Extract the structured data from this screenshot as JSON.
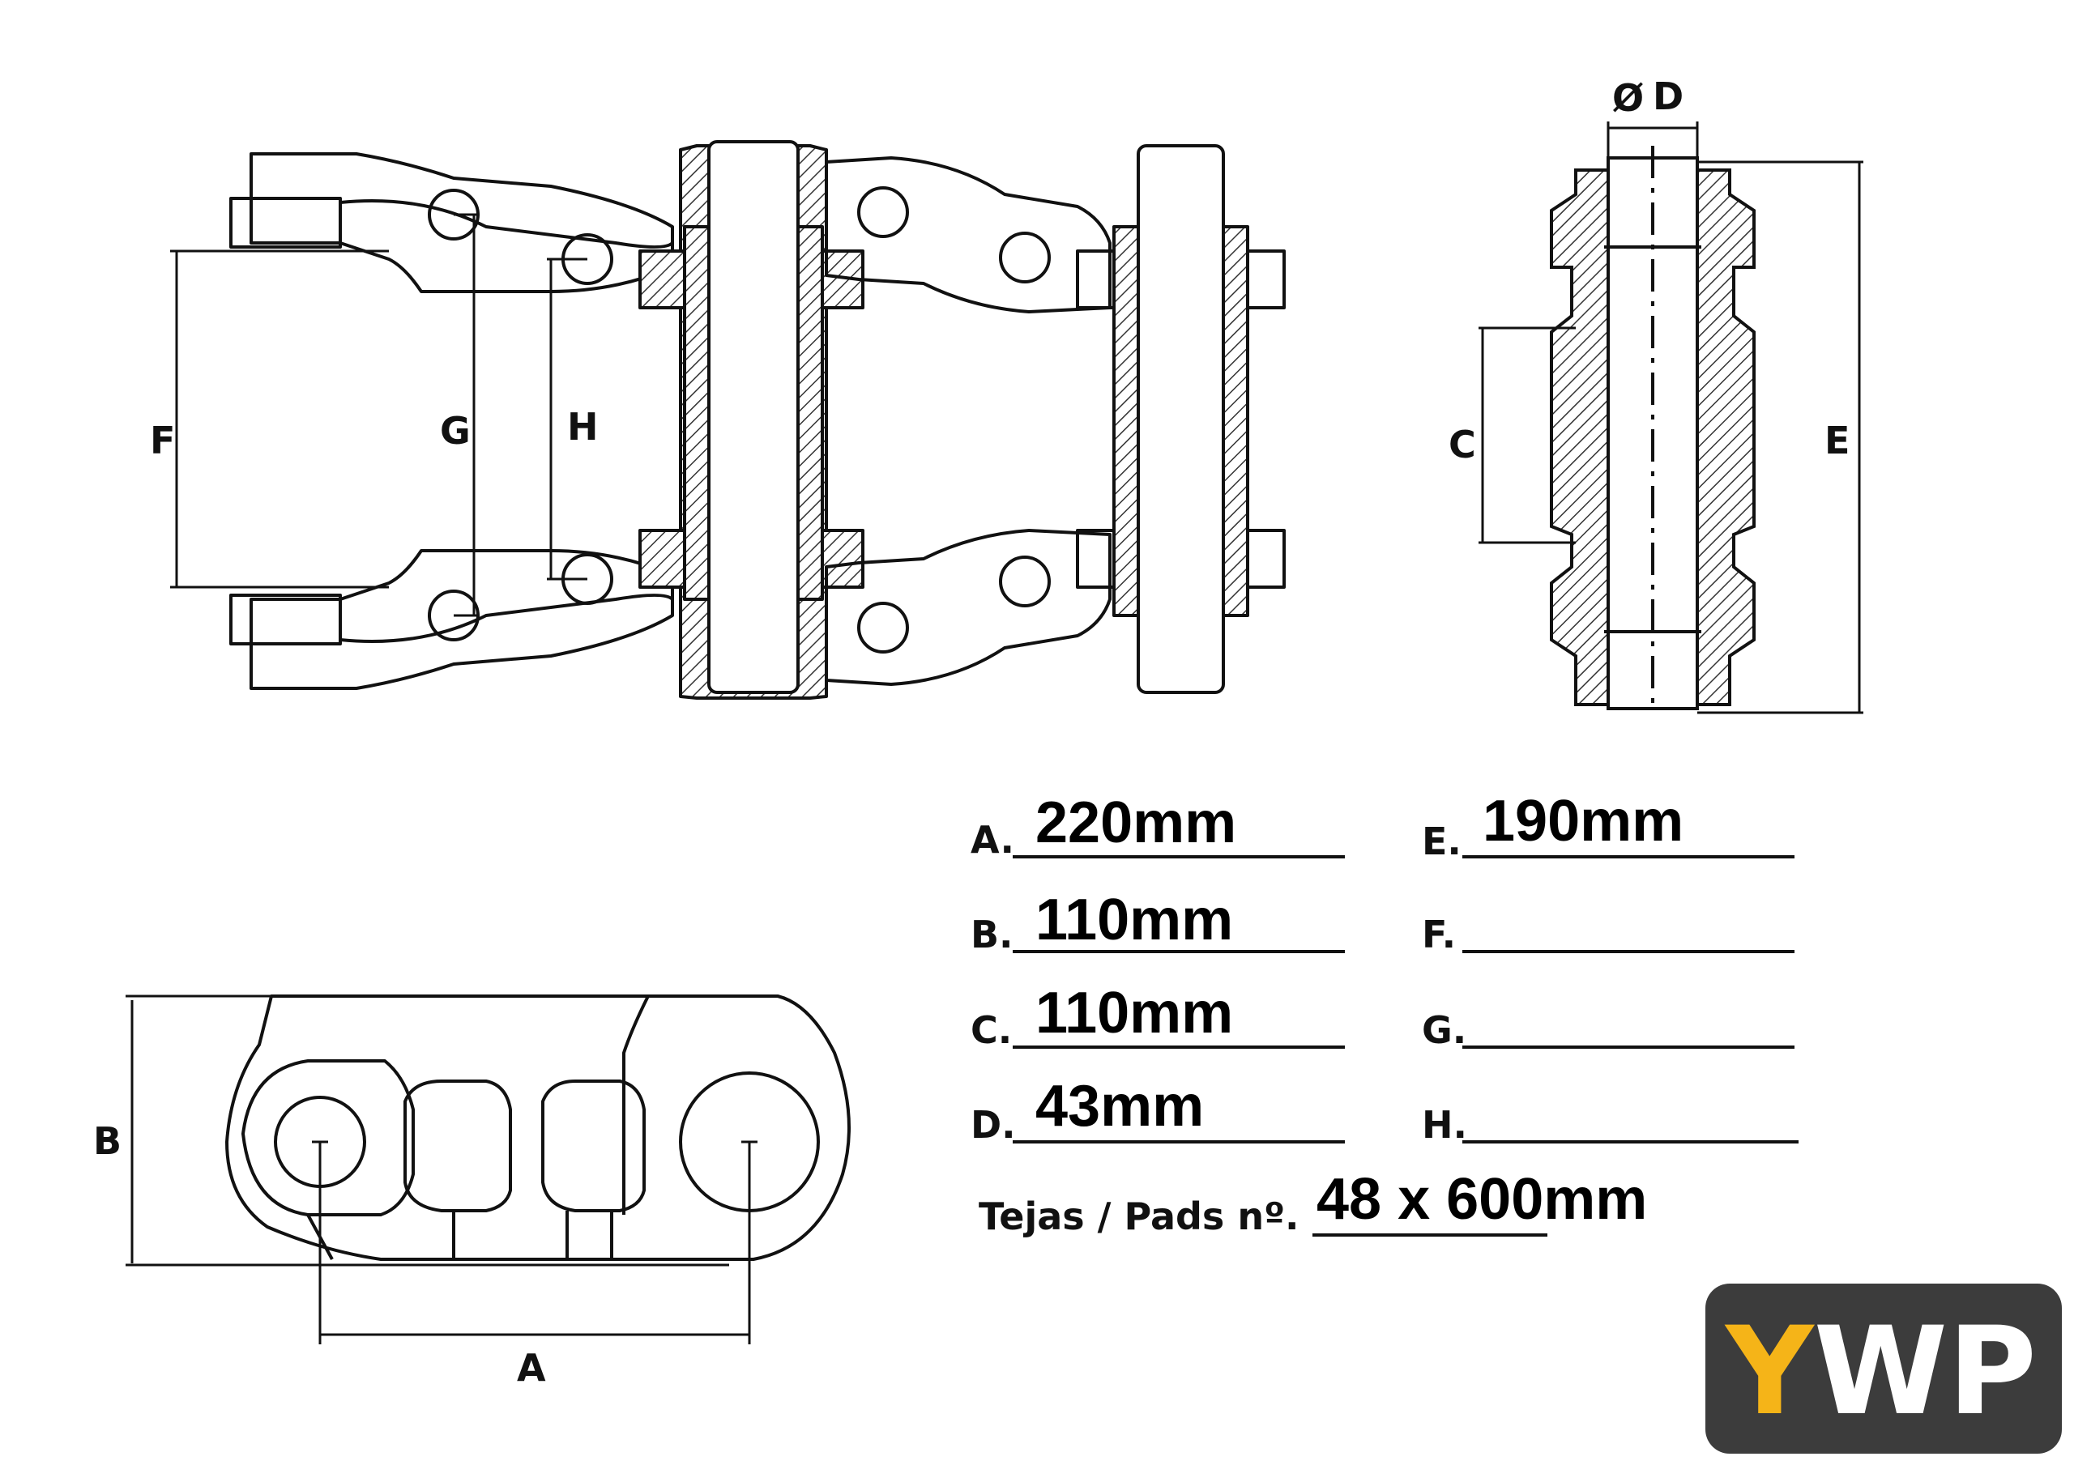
{
  "dimension_letters": {
    "F": "F",
    "G": "G",
    "H": "H",
    "C": "C",
    "E": "E",
    "D": "D",
    "B": "B",
    "A": "A",
    "diameter_symbol": "Ø"
  },
  "specs": [
    {
      "label": "A.",
      "value": "220mm"
    },
    {
      "label": "B.",
      "value": "110mm"
    },
    {
      "label": "C.",
      "value": "110mm"
    },
    {
      "label": "D.",
      "value": "43mm"
    },
    {
      "label": "E.",
      "value": "190mm"
    },
    {
      "label": "F.",
      "value": ""
    },
    {
      "label": "G.",
      "value": ""
    },
    {
      "label": "H.",
      "value": ""
    }
  ],
  "pads": {
    "label": "Tejas / Pads nº.",
    "value": "48 x 600mm"
  },
  "logo": {
    "text": "YWP",
    "letter_colors": [
      "#f5b418",
      "#ffffff",
      "#ffffff"
    ],
    "background": "#3c3c3c"
  },
  "colors": {
    "ink": "#111111",
    "logo_bg": "#3c3c3c",
    "logo_y": "#f5b418",
    "logo_wp": "#ffffff"
  }
}
